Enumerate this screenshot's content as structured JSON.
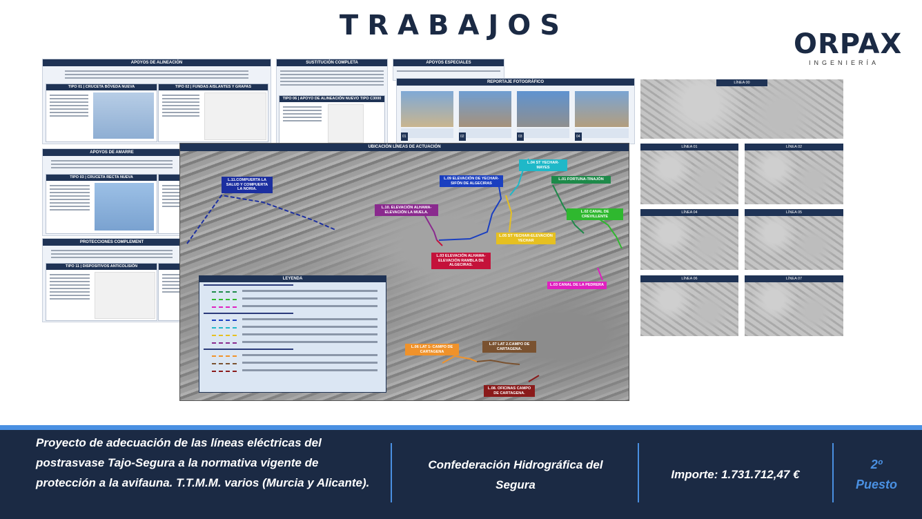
{
  "header": {
    "title": "TRABAJOS"
  },
  "logo": {
    "word": "ORPAX",
    "subtitle": "INGENIERÍA"
  },
  "panels": {
    "alineacion": {
      "title": "APOYOS DE ALINEACIÓN",
      "sub1": "TIPO 01 | CRUCETA BÓVEDA NUEVA",
      "sub2": "TIPO 02 | FUNDAS AISLANTES Y GRAPAS"
    },
    "sustitucion": {
      "title": "SUSTITUCIÓN COMPLETA",
      "sub1": "TIPO 06 | APOYO DE ALINEACIÓN NUEVO TIPO C3000"
    },
    "especiales": {
      "title": "APOYOS ESPECIALES"
    },
    "reportaje": {
      "title": "REPORTAJE FOTOGRÁFICO",
      "numbers": [
        "01",
        "02",
        "03",
        "04"
      ]
    },
    "amarre": {
      "title": "APOYOS DE AMARRE",
      "sub1": "TIPO 03 | CRUCETA RECTA NUEVA"
    },
    "protecciones": {
      "title": "PROTECCIONES COMPLEMENT",
      "sub1": "TIPO 11 | DISPOSITIVOS ANTICOLISIÓN"
    }
  },
  "gallery": [
    {
      "title": "LÍNEA 00"
    },
    {
      "title": "LÍNEA 01"
    },
    {
      "title": "LÍNEA 02"
    },
    {
      "title": "LÍNEA 04"
    },
    {
      "title": "LÍNEA 05"
    },
    {
      "title": "LÍNEA 06"
    },
    {
      "title": "LÍNEA 07"
    }
  ],
  "map": {
    "title": "UBICACIÓN LÍNEAS DE ACTUACIÓN",
    "labels": [
      {
        "text": "L.11.COMPUERTA LA SALUD Y COMPUERTA LA NORIA.",
        "color": "#1c2fa0"
      },
      {
        "text": "L.09 ELEVACIÓN DE YECHAR-SIFÓN DE ALGECIRAS",
        "color": "#1a3fc0"
      },
      {
        "text": "L.04 ST YECHAR-MAYES",
        "color": "#1fb8c8"
      },
      {
        "text": "L.01 FORTUNA-TINAJÓN",
        "color": "#1e8a4a"
      },
      {
        "text": "L.10. ELEVACIÓN ALHAMA-ELEVACIÓN LA MUELA.",
        "color": "#8a2a8e"
      },
      {
        "text": "L.02 CANAL DE CREVILLENTE",
        "color": "#2fb82f"
      },
      {
        "text": "L.05 ST YECHAR-ELEVACIÓN YECHAR",
        "color": "#e6c020"
      },
      {
        "text": "L.03 ELEVACIÓN ALHAMA-ELEVACIÓN RAMBLA DE ALGECIRAS.",
        "color": "#c4123a"
      },
      {
        "text": "L.03 CANAL DE LA PEDRERA",
        "color": "#e020c0"
      },
      {
        "text": "L.06 LAT 1- CAMPO DE CARTAGENA",
        "color": "#f0922a"
      },
      {
        "text": "L.07 LAT 2.CAMPO DE CARTAGENA.",
        "color": "#7a5230"
      },
      {
        "text": "L.08. OFICINAS CAMPO DE CARTAGENA.",
        "color": "#8a1a1a"
      }
    ]
  },
  "legend": {
    "title": "LEYENDA",
    "swatches": [
      "#1e8a4a",
      "#2fb82f",
      "#e020c0",
      "#1a3fc0",
      "#1fb8c8",
      "#e6c020",
      "#8a2a8e",
      "#f0922a",
      "#7a5230",
      "#8a1a1a",
      "#8a2a8e",
      "#1c2fa0"
    ]
  },
  "footer": {
    "project": "Proyecto de adecuación de las líneas eléctricas del postrasvase Tajo-Segura a la normativa vigente de protección a la avifauna. T.T.M.M. varios (Murcia y Alicante).",
    "client": "Confederación Hidrográfica del Segura",
    "amount": "Importe: 1.731.712,47 €",
    "rank_num": "2º",
    "rank_label": "Puesto"
  }
}
